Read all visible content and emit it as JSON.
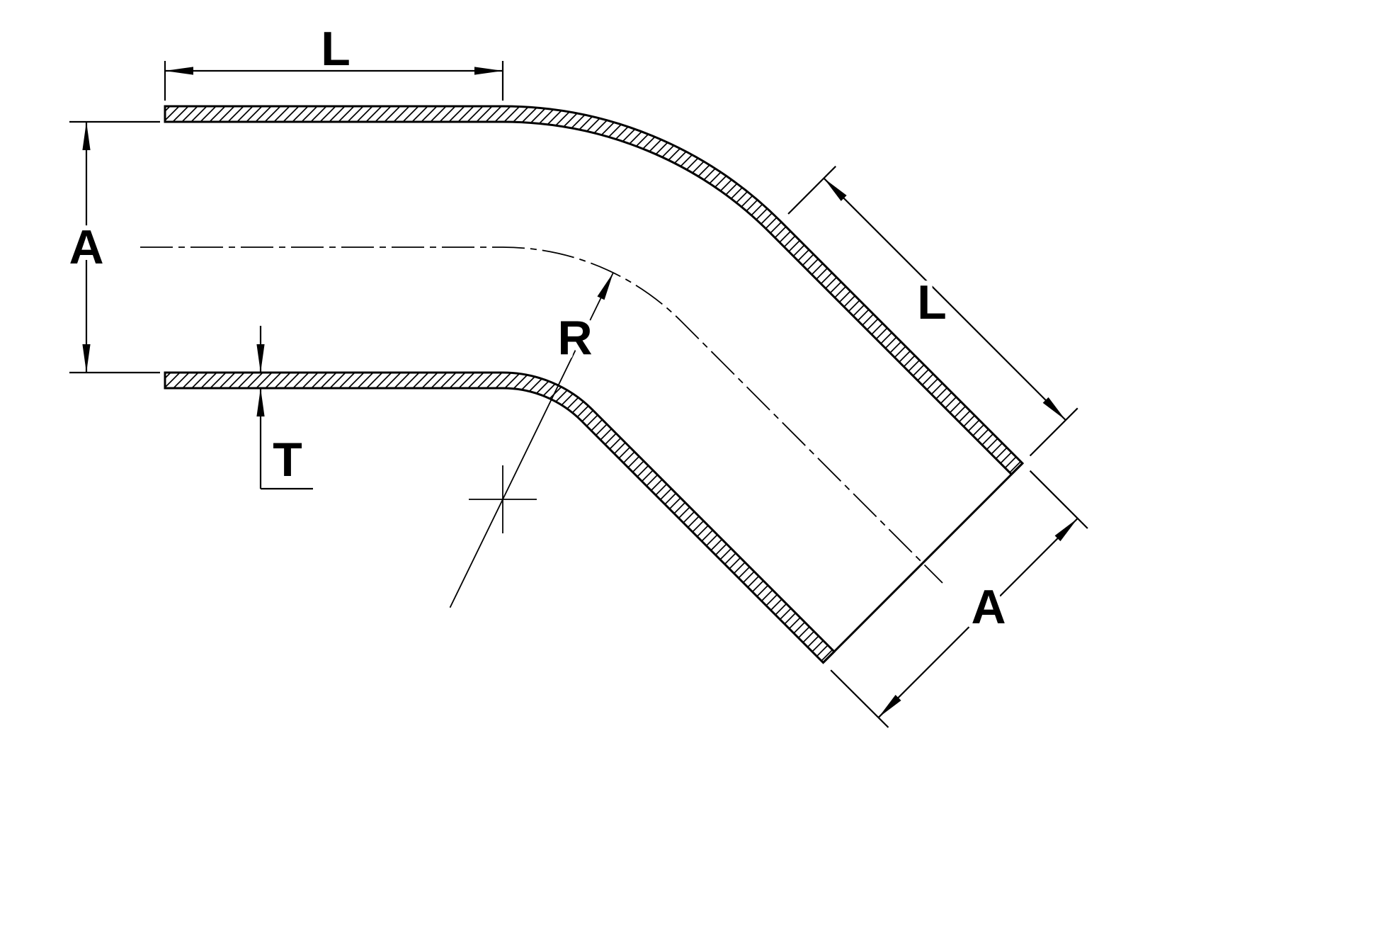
{
  "diagram": {
    "colors": {
      "line": "#000000",
      "background": "#ffffff"
    },
    "labels": {
      "top_length": "L",
      "left_diameter": "A",
      "wall_thickness": "T",
      "bend_radius": "R",
      "diagonal_length": "L",
      "end_diameter": "A"
    }
  }
}
